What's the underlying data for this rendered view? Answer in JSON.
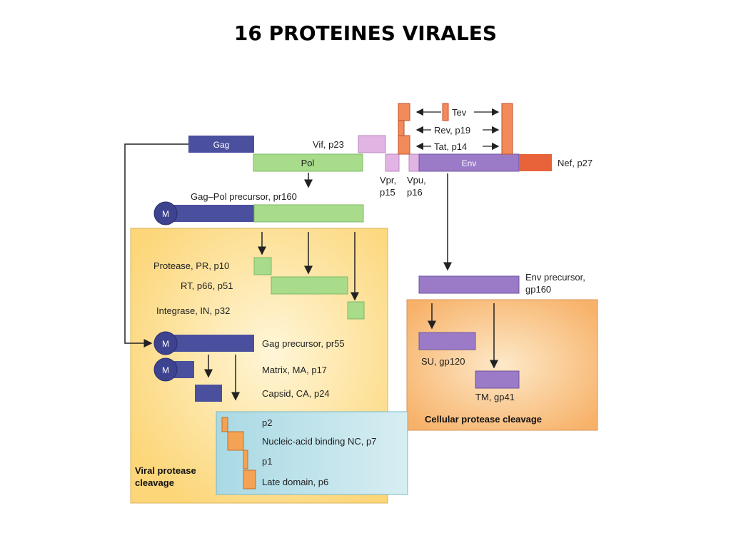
{
  "title": "16 PROTEINES VIRALES",
  "colors": {
    "gag": "#4a4f9e",
    "pol": "#a8dc8a",
    "env": "#9b7bc8",
    "nef": "#e8623a",
    "accessory": "#d8a6dc",
    "orange": "#f28a5a",
    "viral_panel": "#fde08a",
    "cellular_panel": "#f9c27a",
    "nc_panel": "#bfe3ea"
  },
  "genome": {
    "gag": "Gag",
    "pol": "Pol",
    "env": "Env",
    "vif": "Vif, p23",
    "nef": "Nef, p27",
    "vpr_1": "Vpr,",
    "vpr_2": "p15",
    "vpu_1": "Vpu,",
    "vpu_2": "p16",
    "tev": "Tev",
    "rev": "Rev, p19",
    "tat": "Tat, p14"
  },
  "gagpol": {
    "label": "Gag–Pol precursor, pr160",
    "m": "M"
  },
  "viral": {
    "protease": "Protease, PR, p10",
    "rt": "RT, p66, p51",
    "integrase": "Integrase, IN, p32",
    "gag_precursor": "Gag precursor, pr55",
    "matrix": "Matrix, MA, p17",
    "capsid": "Capsid, CA, p24",
    "m1": "M",
    "m2": "M",
    "caption_1": "Viral protease",
    "caption_2": "cleavage"
  },
  "nc": {
    "p2": "p2",
    "nc": "Nucleic-acid binding NC, p7",
    "p1": "p1",
    "p6": "Late domain, p6"
  },
  "cellular": {
    "env_precursor_1": "Env precursor,",
    "env_precursor_2": "gp160",
    "su": "SU, gp120",
    "tm": "TM, gp41",
    "caption": "Cellular protease cleavage"
  }
}
